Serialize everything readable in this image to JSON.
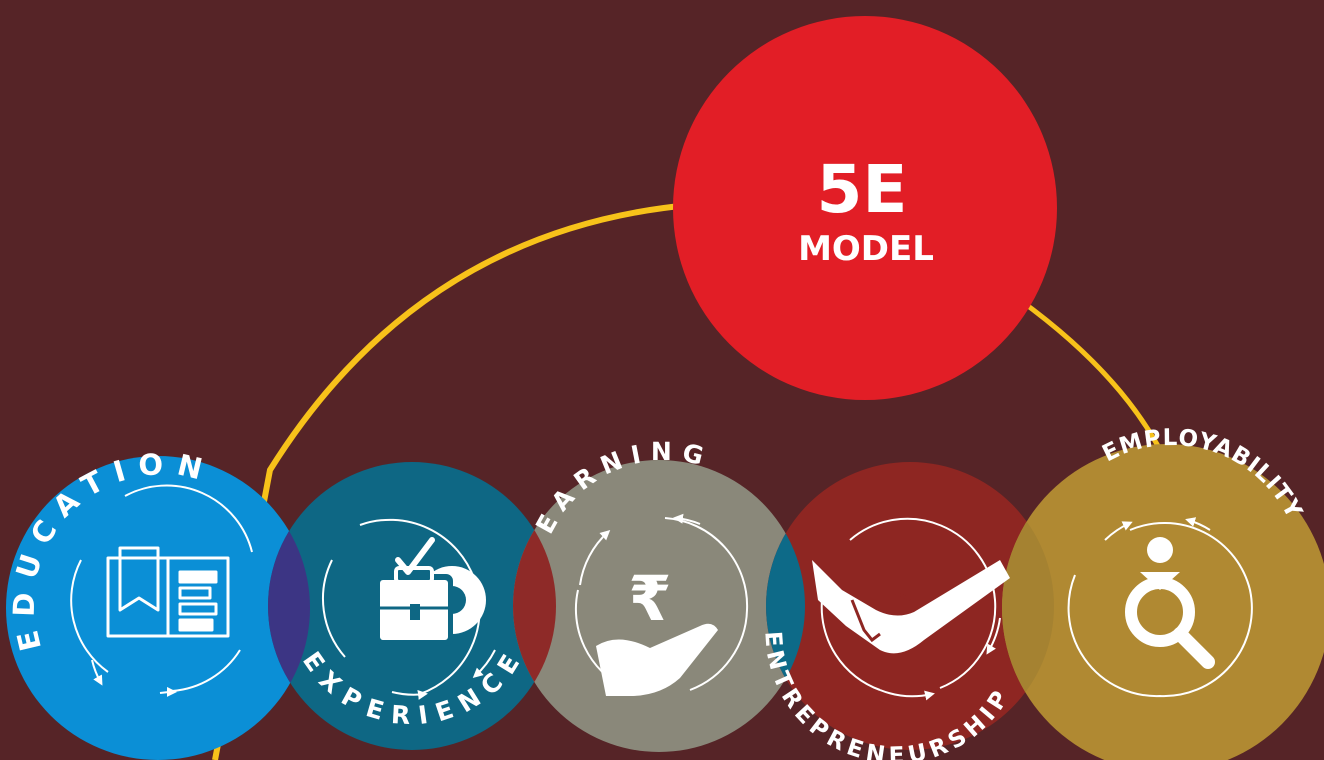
{
  "hub": {
    "title": "5E",
    "subtitle": "MODEL",
    "color": "#e21e26"
  },
  "colors": {
    "background": "#562427",
    "connector": "#f7c21a",
    "overlap_1_2": "#3c3584",
    "overlap_2_3": "#8e2a28",
    "overlap_3_4": "#0d6a88",
    "overlap_4_5": "#a58231"
  },
  "stages": [
    {
      "label": "EDUCATION",
      "icon": "open-book-icon",
      "color": "#0b8fd6"
    },
    {
      "label": "EXPERIENCE",
      "icon": "briefcase-gear-icon",
      "color": "#0e6784"
    },
    {
      "label": "EARNING",
      "icon": "rupee-hand-icon",
      "color": "#8a887a"
    },
    {
      "label": "ENTREPRENEURSHIP",
      "icon": "handshake-icon",
      "color": "#8e2622"
    },
    {
      "label": "EMPLOYABILITY",
      "icon": "person-search-icon",
      "color": "#b08932"
    }
  ]
}
